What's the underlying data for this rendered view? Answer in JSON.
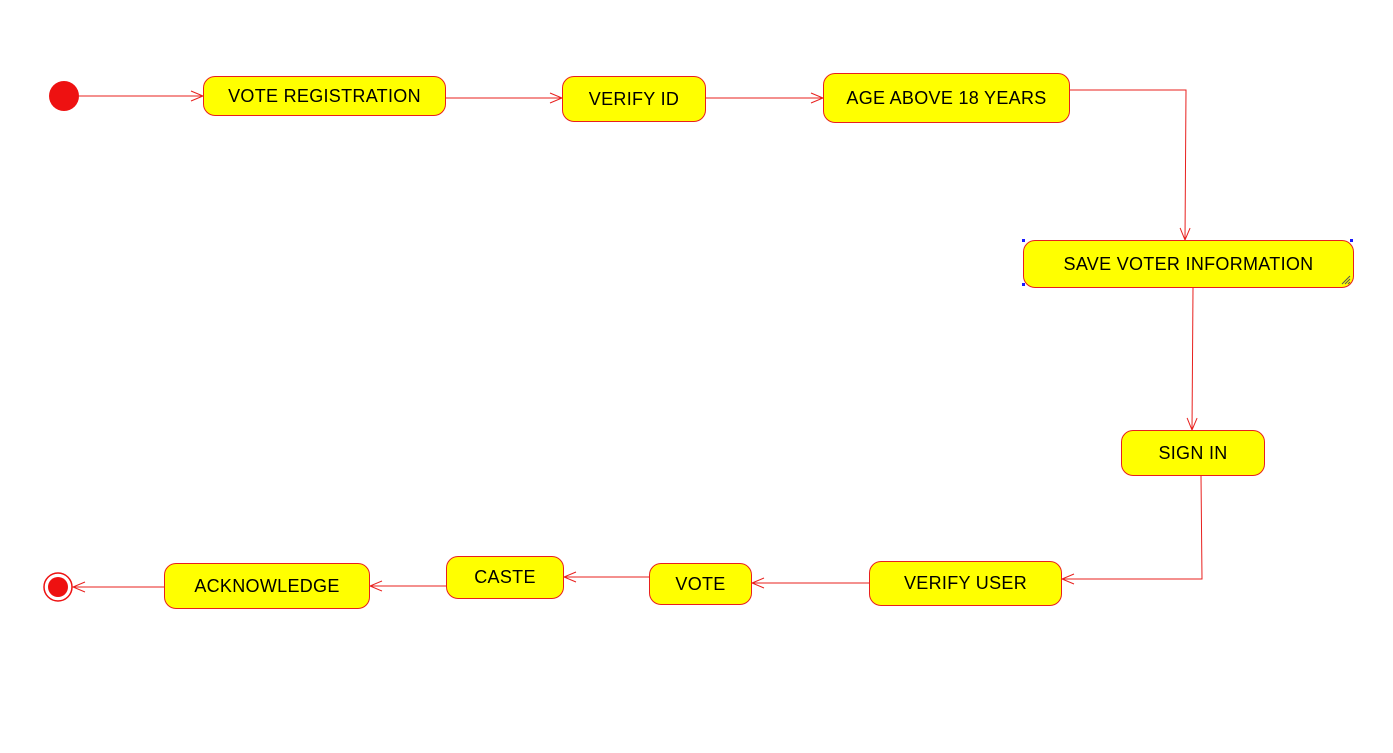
{
  "diagram": {
    "colors": {
      "state_fill": "#ffff00",
      "state_border": "#e8201e",
      "edge": "#e8201e",
      "initial_node": "#ee1111",
      "final_node": "#ee1111",
      "selection_handle": "#1a1aff",
      "text": "#000000"
    },
    "initial_node": {
      "shape": "filled-circle"
    },
    "final_node": {
      "shape": "bullseye-circle"
    },
    "states": [
      {
        "id": "vote-registration",
        "label": "VOTE REGISTRATION"
      },
      {
        "id": "verify-id",
        "label": "VERIFY ID"
      },
      {
        "id": "age-above-18-years",
        "label": "AGE ABOVE 18 YEARS"
      },
      {
        "id": "save-voter-information",
        "label": "SAVE VOTER INFORMATION",
        "selected": true
      },
      {
        "id": "sign-in",
        "label": "SIGN IN"
      },
      {
        "id": "verify-user",
        "label": "VERIFY USER"
      },
      {
        "id": "vote",
        "label": "VOTE"
      },
      {
        "id": "caste",
        "label": "CASTE"
      },
      {
        "id": "acknowledge",
        "label": "ACKNOWLEDGE"
      }
    ],
    "transitions": [
      {
        "from": "initial",
        "to": "vote-registration"
      },
      {
        "from": "vote-registration",
        "to": "verify-id"
      },
      {
        "from": "verify-id",
        "to": "age-above-18-years"
      },
      {
        "from": "age-above-18-years",
        "to": "save-voter-information"
      },
      {
        "from": "save-voter-information",
        "to": "sign-in"
      },
      {
        "from": "sign-in",
        "to": "verify-user"
      },
      {
        "from": "verify-user",
        "to": "vote"
      },
      {
        "from": "vote",
        "to": "caste"
      },
      {
        "from": "caste",
        "to": "acknowledge"
      },
      {
        "from": "acknowledge",
        "to": "final"
      }
    ]
  }
}
